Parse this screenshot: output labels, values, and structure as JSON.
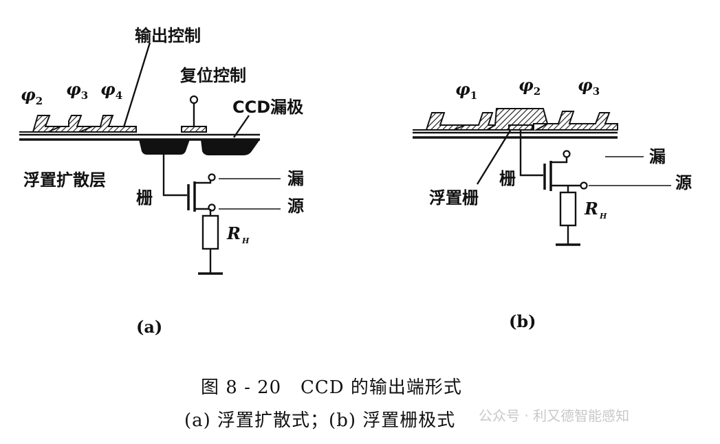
{
  "panel_a": {
    "label": "(a)",
    "phases": [
      {
        "symbol": "φ",
        "sub": "2"
      },
      {
        "symbol": "φ",
        "sub": "3"
      },
      {
        "symbol": "φ",
        "sub": "4"
      }
    ],
    "output_control": "输出控制",
    "reset_control": "复位控制",
    "ccd_drain": "CCD漏极",
    "floating_diffusion": "浮置扩散层",
    "gate": "栅",
    "drain": "漏",
    "source": "源",
    "resistor": {
      "symbol": "R",
      "sub": "H"
    }
  },
  "panel_b": {
    "label": "(b)",
    "phases": [
      {
        "symbol": "φ",
        "sub": "1"
      },
      {
        "symbol": "φ",
        "sub": "2"
      },
      {
        "symbol": "φ",
        "sub": "3"
      }
    ],
    "floating_gate": "浮置栅",
    "gate": "栅",
    "drain": "漏",
    "source": "源",
    "resistor": {
      "symbol": "R",
      "sub": "H"
    }
  },
  "caption": {
    "line1": "图 8 - 20   CCD 的输出端形式",
    "line2": "(a) 浮置扩散式；(b) 浮置栅极式"
  },
  "watermark": "公众号 · 利又德智能感知"
}
